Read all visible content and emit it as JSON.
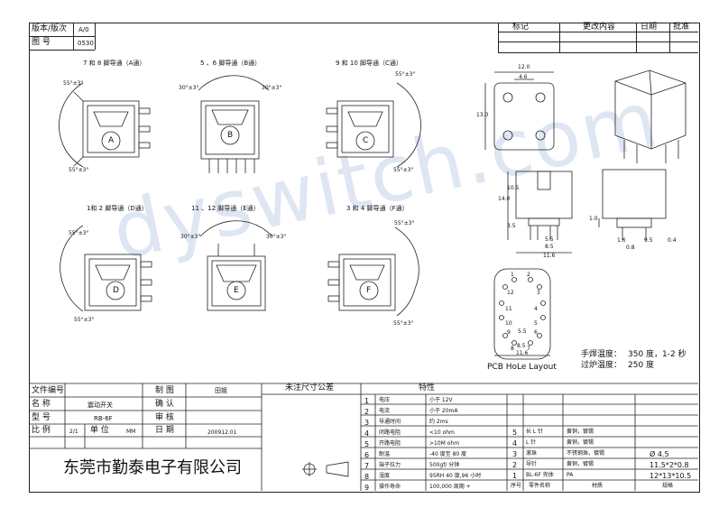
{
  "header": {
    "version_label": "版本/版次",
    "version_value": "A/0",
    "figure_label": "图 号",
    "figure_value": "0530",
    "rev_cols": [
      "标记",
      "更改内容",
      "日期",
      "批准"
    ]
  },
  "views": [
    {
      "label": "7 和 8 脚导通（A通）",
      "letter": "A",
      "angle_top": "55°±3°",
      "angle_bot": "55°±3°"
    },
    {
      "label": "5 、6 脚导通（B通）",
      "letter": "B",
      "angle_left": "30°±3°",
      "angle_right": "30°±3°"
    },
    {
      "label": "9 和 10 脚导通（C通）",
      "letter": "C",
      "angle_top": "55°±3°",
      "angle_bot": "55°±3°"
    },
    {
      "label": "1和 2 脚导通（D通）",
      "letter": "D",
      "angle_top": "55°±3°",
      "angle_bot": "55°±3°"
    },
    {
      "label": "11 、12 脚导通（E通）",
      "letter": "E",
      "angle_left": "30°±3°",
      "angle_right": "30°±3°"
    },
    {
      "label": "3 和 4 脚导通（F通）",
      "letter": "F",
      "angle_top": "55°±3°",
      "angle_bot": "55°±3°"
    }
  ],
  "dims": {
    "top_w": "12.0",
    "top_in": "4.6",
    "top_h": "13.0",
    "front_h1": "14.0",
    "front_h2": "10.5",
    "front_h3": "3.5",
    "front_b1": "5.5",
    "front_b2": "8.5",
    "front_b3": "11.6",
    "side_h": "1.0",
    "side_a": "1.6",
    "side_b": "9.5",
    "side_c": "0.4",
    "side_d": "0.8",
    "pcb_a": "5.5",
    "pcb_b": "8.5",
    "pcb_c": "11.6",
    "pcb_pins": [
      "1",
      "2",
      "3",
      "4",
      "5",
      "6",
      "7",
      "8",
      "9",
      "10",
      "11",
      "12"
    ]
  },
  "pcb_caption": "PCB HoLe Layout",
  "solder": {
    "hand_label": "手焊温度：",
    "hand_value": "350 度，1-2 秒",
    "oven_label": "过炉温度：",
    "oven_value": "250 度"
  },
  "title_block": {
    "file_no": "文件编号",
    "name_label": "名 称",
    "name_value": "震动开关",
    "model_label": "型 号",
    "model_value": "RB-6F",
    "scale_label": "比 例",
    "scale_value": "2/1",
    "unit_label": "单 位",
    "unit_value": "MM",
    "make_label": "制 图",
    "make_value": "田姐",
    "confirm_label": "确 认",
    "audit_label": "审 核",
    "date_label": "日 期",
    "date_value": "200912.01",
    "tolerance": "未注尺寸公差",
    "company": "东莞市勤泰电子有限公司"
  },
  "specs_header": "特性",
  "specs": [
    {
      "no": "1",
      "name": "电压",
      "value": "小于 12V"
    },
    {
      "no": "2",
      "name": "电流",
      "value": "小于 20mA"
    },
    {
      "no": "3",
      "name": "导通时间",
      "value": "约 2ms"
    },
    {
      "no": "4",
      "name": "闭路电阻",
      "value": "<10 ohm"
    },
    {
      "no": "5",
      "name": "开路电阻",
      "value": ">10M ohm"
    },
    {
      "no": "6",
      "name": "耐温",
      "value": "-40 度至 80 度"
    },
    {
      "no": "7",
      "name": "端子拉力",
      "value": "500gf/ 分钟"
    },
    {
      "no": "8",
      "name": "湿度",
      "value": "95RH 40 度,96 小时"
    },
    {
      "no": "9",
      "name": "操作寿命",
      "value": "100,000 周期 +"
    }
  ],
  "parts": [
    {
      "no": "5",
      "name": "长 L 针",
      "material": "黄铜，镀锡",
      "spec": ""
    },
    {
      "no": "4",
      "name": "L 针",
      "material": "黄铜，镀锡",
      "spec": ""
    },
    {
      "no": "3",
      "name": "滚珠",
      "material": "不锈钢珠，镀锡",
      "spec": "Ø 4.5"
    },
    {
      "no": "2",
      "name": "导针",
      "material": "黄铜，镀锡",
      "spec": "11.5*2*0.8"
    },
    {
      "no": "1",
      "name": "BL-6F 壳体",
      "material": "PA",
      "spec": "12*13*10.5"
    }
  ],
  "parts_footer": {
    "no": "序号",
    "name": "零件名称",
    "material": "材质",
    "spec": "规格"
  },
  "watermark": "dyswitch.com"
}
